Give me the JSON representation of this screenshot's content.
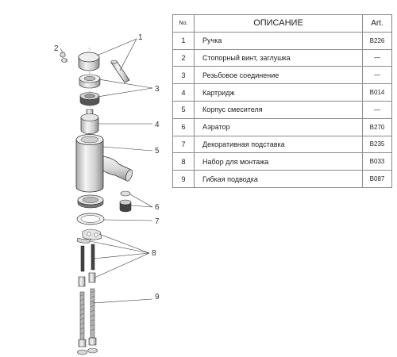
{
  "table": {
    "headers": {
      "no": "No.",
      "description": "ОПИСАНИЕ",
      "art": "Art."
    },
    "rows": [
      {
        "no": "1",
        "description": "Ручка",
        "art": "B226"
      },
      {
        "no": "2",
        "description": "Стопорный винт, заглушка",
        "art": "—"
      },
      {
        "no": "3",
        "description": "Резьбовое соединение",
        "art": "—"
      },
      {
        "no": "4",
        "description": "Картридж",
        "art": "B014"
      },
      {
        "no": "5",
        "description": "Корпус смесителя",
        "art": "—"
      },
      {
        "no": "6",
        "description": "Аэратор",
        "art": "B270"
      },
      {
        "no": "7",
        "description": "Декоративная подставка",
        "art": "B235"
      },
      {
        "no": "8",
        "description": "Набор для монтажа",
        "art": "B033"
      },
      {
        "no": "9",
        "description": "Гибкая подводка",
        "art": "B087"
      }
    ]
  },
  "callouts": [
    "1",
    "2",
    "3",
    "4",
    "5",
    "6",
    "7",
    "8",
    "9"
  ],
  "colors": {
    "line": "#333333",
    "metal_light": "#e9e9e9",
    "metal_dark": "#9a9a9a",
    "border": "#8a8a8a"
  }
}
